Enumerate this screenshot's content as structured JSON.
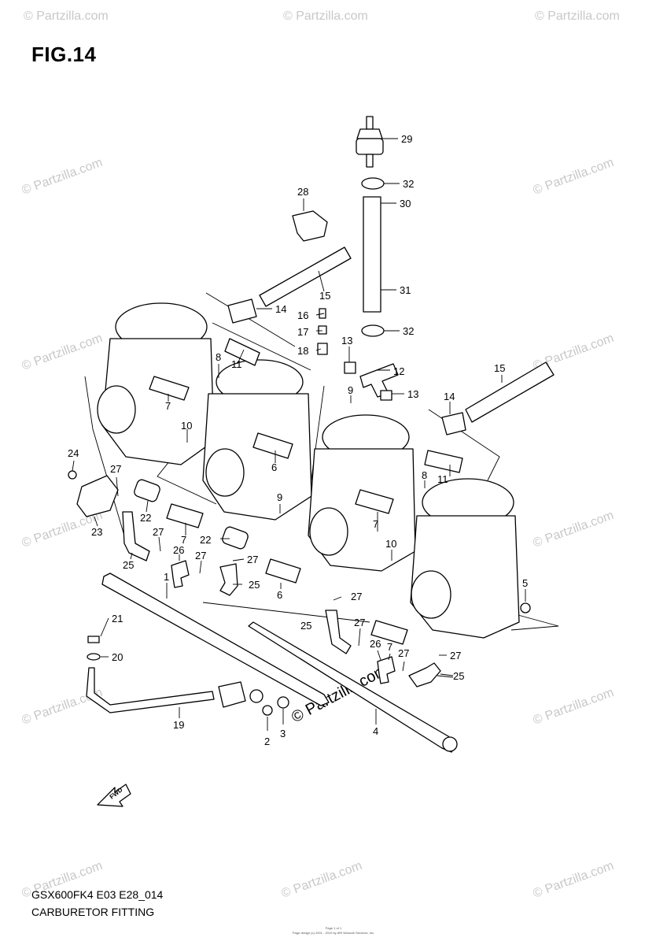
{
  "figure": {
    "title": "FIG.14",
    "model_code": "GSX600FK4 E03 E28_014",
    "section_title": "CARBURETOR FITTING",
    "footer_line1": "Page 1 of 1",
    "footer_line2": "Page design (c) 2001 - 2019 by ARI Network Services, Inc."
  },
  "watermark": {
    "text": "© Partzilla.com",
    "center_text": "© Partzilla.com"
  },
  "fwd_label": "FWD",
  "callouts": [
    {
      "id": "c29",
      "text": "29"
    },
    {
      "id": "c32a",
      "text": "32"
    },
    {
      "id": "c30",
      "text": "30"
    },
    {
      "id": "c28",
      "text": "28"
    },
    {
      "id": "c15a",
      "text": "15"
    },
    {
      "id": "c31",
      "text": "31"
    },
    {
      "id": "c14a",
      "text": "14"
    },
    {
      "id": "c16",
      "text": "16"
    },
    {
      "id": "c17",
      "text": "17"
    },
    {
      "id": "c32b",
      "text": "32"
    },
    {
      "id": "c18",
      "text": "18"
    },
    {
      "id": "c13a",
      "text": "13"
    },
    {
      "id": "c12",
      "text": "12"
    },
    {
      "id": "c13b",
      "text": "13"
    },
    {
      "id": "c15b",
      "text": "15"
    },
    {
      "id": "c14b",
      "text": "14"
    },
    {
      "id": "c8a",
      "text": "8"
    },
    {
      "id": "c11a",
      "text": "11"
    },
    {
      "id": "c9a",
      "text": "9"
    },
    {
      "id": "c7a",
      "text": "7"
    },
    {
      "id": "c10a",
      "text": "10"
    },
    {
      "id": "c6a",
      "text": "6"
    },
    {
      "id": "c8b",
      "text": "8"
    },
    {
      "id": "c11b",
      "text": "11"
    },
    {
      "id": "c24",
      "text": "24"
    },
    {
      "id": "c27a",
      "text": "27"
    },
    {
      "id": "c22a",
      "text": "22"
    },
    {
      "id": "c9b",
      "text": "9"
    },
    {
      "id": "c7b",
      "text": "7"
    },
    {
      "id": "c23",
      "text": "23"
    },
    {
      "id": "c27b",
      "text": "27"
    },
    {
      "id": "c7c",
      "text": "7"
    },
    {
      "id": "c22b",
      "text": "22"
    },
    {
      "id": "c26a",
      "text": "26"
    },
    {
      "id": "c25a",
      "text": "25"
    },
    {
      "id": "c27c",
      "text": "27"
    },
    {
      "id": "c27d",
      "text": "27"
    },
    {
      "id": "c10b",
      "text": "10"
    },
    {
      "id": "c1",
      "text": "1"
    },
    {
      "id": "c25b",
      "text": "25"
    },
    {
      "id": "c6b",
      "text": "6"
    },
    {
      "id": "c27e",
      "text": "27"
    },
    {
      "id": "c5",
      "text": "5"
    },
    {
      "id": "c21",
      "text": "21"
    },
    {
      "id": "c25c",
      "text": "25"
    },
    {
      "id": "c27f",
      "text": "27"
    },
    {
      "id": "c20",
      "text": "20"
    },
    {
      "id": "c26b",
      "text": "26"
    },
    {
      "id": "c7d",
      "text": "7"
    },
    {
      "id": "c27g",
      "text": "27"
    },
    {
      "id": "c27h",
      "text": "27"
    },
    {
      "id": "c25d",
      "text": "25"
    },
    {
      "id": "c19",
      "text": "19"
    },
    {
      "id": "c4",
      "text": "4"
    },
    {
      "id": "c2",
      "text": "2"
    },
    {
      "id": "c3",
      "text": "3"
    }
  ]
}
